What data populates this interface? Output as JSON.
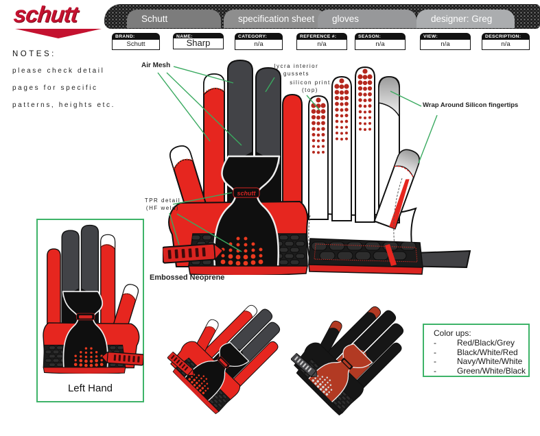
{
  "logo": {
    "text": "schutt"
  },
  "header": {
    "tabs": [
      {
        "label": "Schutt"
      },
      {
        "label": "specification sheet"
      },
      {
        "label": "gloves"
      },
      {
        "label": "designer: Greg"
      }
    ]
  },
  "fields": [
    {
      "label": "BRAND:",
      "value": "Schutt"
    },
    {
      "label": "NAME:",
      "value": "Sharp"
    },
    {
      "label": "CATEGORY:",
      "value": "n/a"
    },
    {
      "label": "REFERENCE #:",
      "value": "n/a"
    },
    {
      "label": "SEASON:",
      "value": "n/a"
    },
    {
      "label": "VIEW:",
      "value": "n/a"
    },
    {
      "label": "DESCRIPTION:",
      "value": "n/a"
    }
  ],
  "notes": {
    "title": "NOTES:",
    "lines": [
      "please check detail",
      "pages for specific",
      "patterns, heights etc."
    ]
  },
  "annotations": {
    "air_mesh": "Air Mesh",
    "lycra": [
      "lycra interior",
      "gussets"
    ],
    "silicon": [
      "silicon print",
      "(top)"
    ],
    "wrap": "Wrap Around Silicon fingertips",
    "tpr": [
      "TPR detail",
      "(HF weld)"
    ],
    "embossed": "Embossed Neoprene",
    "left_hand": "Left Hand"
  },
  "color_ups": {
    "title": "Color ups:",
    "bullet": "-",
    "items": [
      "Red/Black/Grey",
      "Black/White/Red",
      "Navy/White/White",
      "Green/White/Black"
    ]
  },
  "colors": {
    "annotation_green": "#3aaa60",
    "box_border_green": "#3db368",
    "logo_red": "#c41230",
    "palette_red_black": {
      "finger": "#e6261f",
      "mesh": "#424347",
      "shield": "#0f0f0f",
      "tip": "#ffffff",
      "dot": "#ea3a1f",
      "logo": "#d42522",
      "strap": "#da2420",
      "strapMark": "#3d0b0b",
      "trim": "#da2420",
      "band": "#1d1d1d",
      "scale": "#2e2e2e",
      "tipDash": true
    },
    "palette_rust_black": {
      "finger": "#161616",
      "mesh": "#161616",
      "shield": "#b23a23",
      "tip": "#b23a23",
      "dot": "#d6d6d6",
      "logo": "#b23a23",
      "strap": "#47474a",
      "strapMark": "#c9c9c9",
      "trim": "#161616",
      "band": "#1d1d1d",
      "scale": "#2e2e2e",
      "tipDash": false
    },
    "palm_palette": {
      "dot": "#b5281e",
      "stripe": "#e6261f",
      "strap": "#414144",
      "band": "#1b1b1b",
      "trim": "#da2420",
      "scale": "#2d2d2d"
    }
  }
}
